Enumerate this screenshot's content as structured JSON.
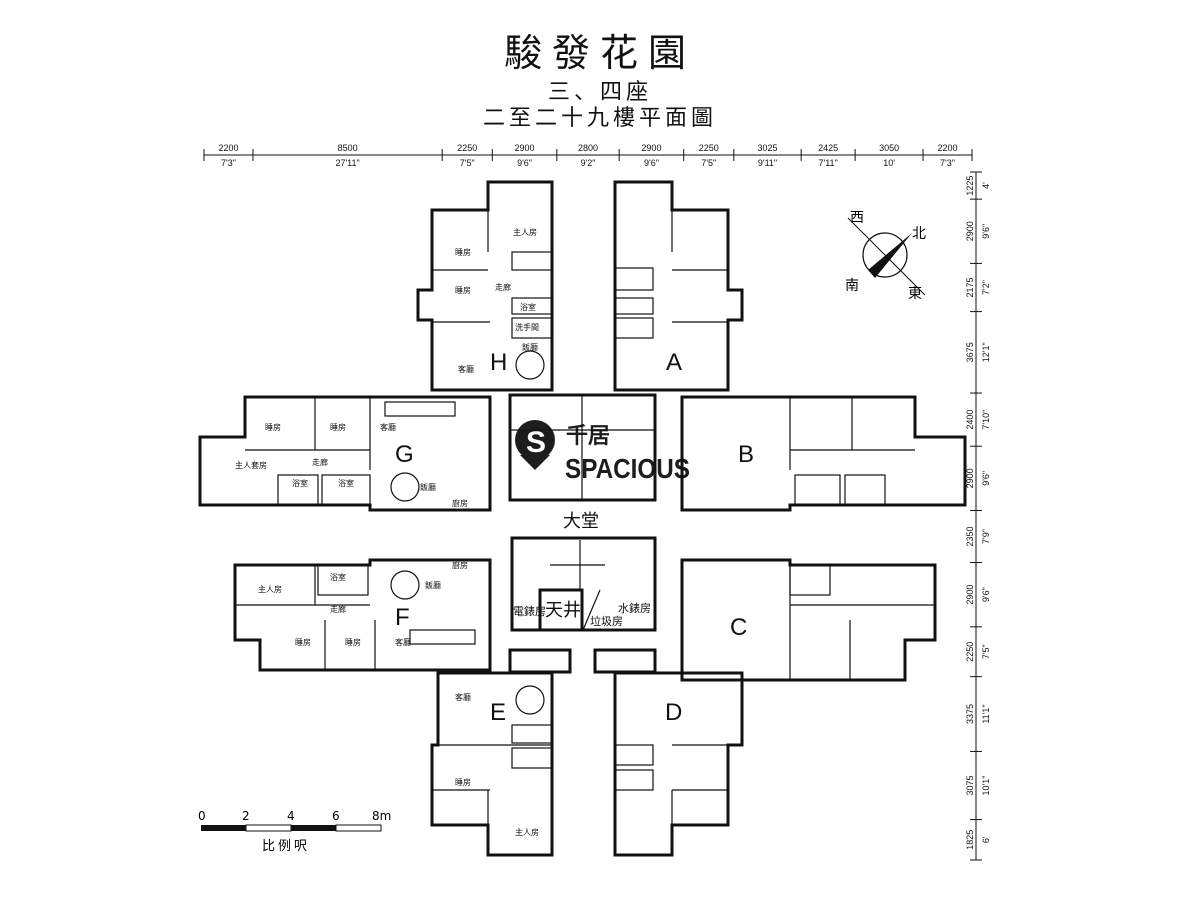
{
  "title": "駿發花園",
  "subtitle": "三、四座",
  "floors": "二至二十九樓平面圖",
  "top_dimensions": [
    {
      "mm": "2200",
      "ft": "7'3\""
    },
    {
      "mm": "8500",
      "ft": "27'11\""
    },
    {
      "mm": "2250",
      "ft": "7'5\""
    },
    {
      "mm": "2900",
      "ft": "9'6\""
    },
    {
      "mm": "2800",
      "ft": "9'2\""
    },
    {
      "mm": "2900",
      "ft": "9'6\""
    },
    {
      "mm": "2250",
      "ft": "7'5\""
    },
    {
      "mm": "3025",
      "ft": "9'11\""
    },
    {
      "mm": "2425",
      "ft": "7'11\""
    },
    {
      "mm": "3050",
      "ft": "10'"
    },
    {
      "mm": "2200",
      "ft": "7'3\""
    }
  ],
  "right_dimensions": [
    {
      "mm": "1225",
      "ft": "4'"
    },
    {
      "mm": "2900",
      "ft": "9'6\""
    },
    {
      "mm": "2175",
      "ft": "7'2\""
    },
    {
      "mm": "3675",
      "ft": "12'1\""
    },
    {
      "mm": "2400",
      "ft": "7'10\""
    },
    {
      "mm": "2900",
      "ft": "9'6\""
    },
    {
      "mm": "2350",
      "ft": "7'9\""
    },
    {
      "mm": "2900",
      "ft": "9'6\""
    },
    {
      "mm": "2250",
      "ft": "7'5\""
    },
    {
      "mm": "3375",
      "ft": "11'1\""
    },
    {
      "mm": "3075",
      "ft": "10'1\""
    },
    {
      "mm": "1825",
      "ft": "6'"
    }
  ],
  "units": {
    "a": "A",
    "b": "B",
    "c": "C",
    "d": "D",
    "e": "E",
    "f": "F",
    "g": "G",
    "h": "H"
  },
  "rooms": {
    "master_bedroom": "主人房",
    "master_suite": "主人套房",
    "bedroom": "睡房",
    "corridor": "走廊",
    "bathroom": "浴室",
    "toilet": "洗手間",
    "living_room": "客廳",
    "dining_room": "飯廳",
    "kitchen": "廚房"
  },
  "core": {
    "lobby": "大堂",
    "light_well": "天井",
    "electric_meter_room": "電錶房",
    "refuse_room": "垃圾房",
    "water_meter_room": "水錶房"
  },
  "compass": {
    "north": "北",
    "east": "東",
    "south": "南",
    "west": "西"
  },
  "scale": {
    "ticks": [
      "0",
      "2",
      "4",
      "6",
      "8m"
    ],
    "label": "比例呎"
  },
  "watermark": {
    "chinese": "千居",
    "english": "SPACIOUS"
  }
}
